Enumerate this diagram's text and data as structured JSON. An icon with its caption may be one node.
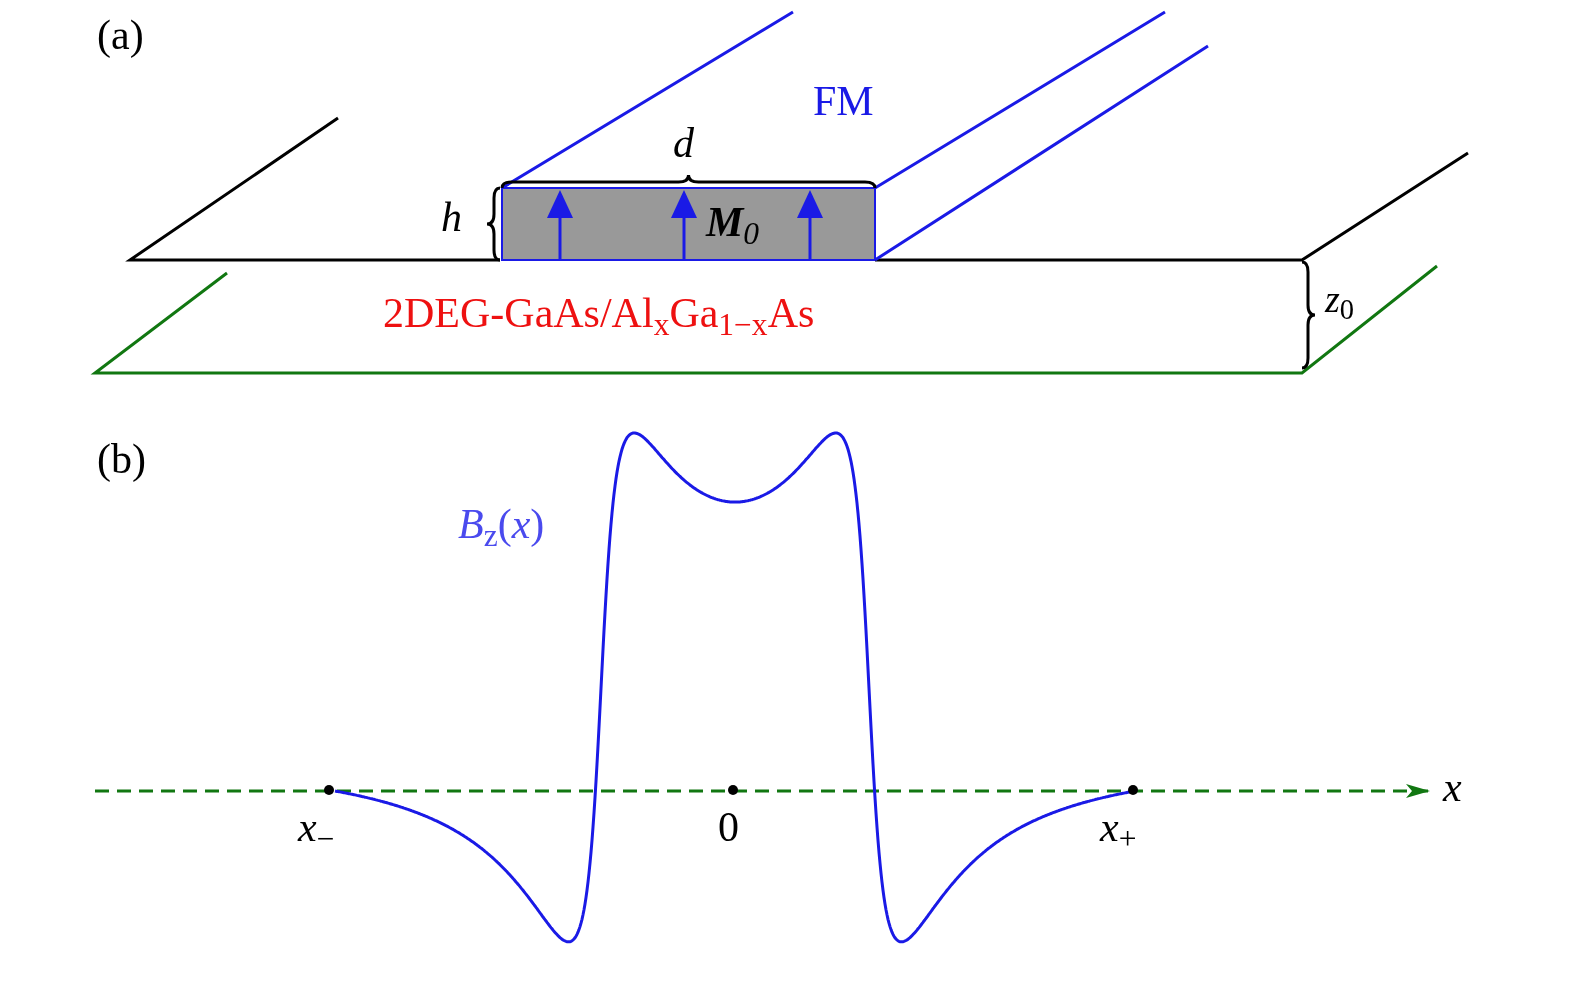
{
  "diagram": {
    "nodes": [
      {
        "text": [
          "**M**$_{0}$"
        ]
      }
    ],
    "labels": [
      "(a)",
      "FM",
      "*d*",
      "*h*",
      "2DEG-GaAs/Al$_{x}$Ga$_{1−x}$As",
      "*z*$_{0}$",
      "(b)",
      "*B*$_{z}$(*x*)",
      "*x*$_{−}$",
      "0",
      "*x*$_{+}$",
      "*x*"
    ]
  }
}
